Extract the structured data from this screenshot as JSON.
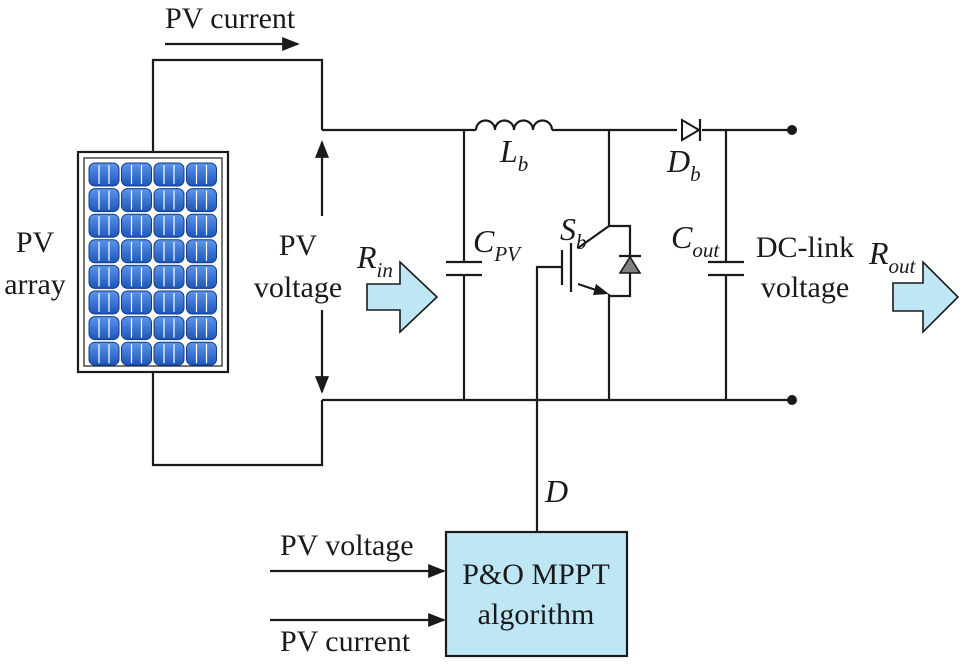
{
  "labels": {
    "pv_current_top": "PV current",
    "pv_array_line1": "PV",
    "pv_array_line2": "array",
    "pv_voltage_line1": "PV",
    "pv_voltage_line2": "voltage",
    "dc_link_line1": "DC-link",
    "dc_link_line2": "voltage",
    "duty": "D",
    "pv_voltage_input": "PV voltage",
    "pv_current_input": "PV current",
    "mppt_line1": "P&O MPPT",
    "mppt_line2": "algorithm"
  },
  "components": {
    "inductor": {
      "symbol": "L",
      "sub": "b"
    },
    "diode": {
      "symbol": "D",
      "sub": "b"
    },
    "switch": {
      "symbol": "S",
      "sub": "b"
    },
    "cap_pv": {
      "symbol": "C",
      "sub": "PV"
    },
    "cap_out": {
      "symbol": "C",
      "sub": "out"
    },
    "r_in": {
      "symbol": "R",
      "sub": "in"
    },
    "r_out": {
      "symbol": "R",
      "sub": "out"
    }
  },
  "colors": {
    "line": "#1a1a1a",
    "mppt_box": "#bfe6f5",
    "arrow_fill": "#bfe6f5",
    "panel_cell": "#2f6fd0",
    "panel_cell_edge": "#123d86",
    "panel_frame": "#ffffff"
  }
}
